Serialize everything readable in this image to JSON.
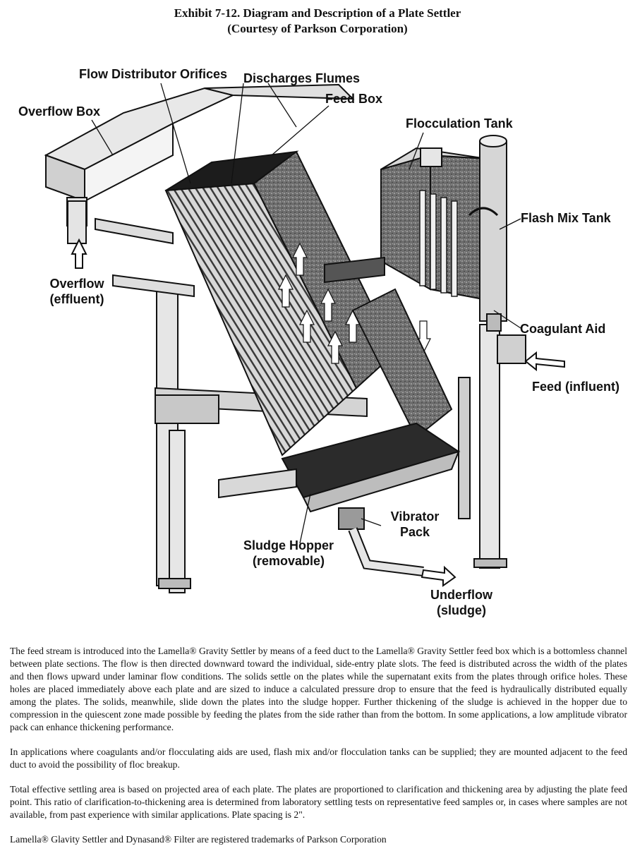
{
  "title": {
    "line1": "Exhibit 7-12. Diagram and Description of a Plate Settler",
    "line2": "(Courtesy of Parkson Corporation)"
  },
  "labels": {
    "flow_distributor_orifices": "Flow Distributor Orifices",
    "discharges_flumes": "Discharges Flumes",
    "feed_box": "Feed Box",
    "overflow_box": "Overflow Box",
    "flocculation_tank": "Flocculation Tank",
    "flash_mix_tank": "Flash Mix Tank",
    "overflow_line1": "Overflow",
    "overflow_line2": "(effluent)",
    "coagulant_aid": "Coagulant Aid",
    "feed_influent": "Feed (influent)",
    "vibrator_line1": "Vibrator",
    "vibrator_line2": "Pack",
    "sludge_line1": "Sludge Hopper",
    "sludge_line2": "(removable)",
    "underflow_line1": "Underflow",
    "underflow_line2": "(sludge)"
  },
  "paragraphs": [
    "The feed stream is introduced into the Lamella® Gravity Settler by means of a feed duct to the Lamella® Gravity Settler feed box which is a bottomless channel between plate sections. The flow is then directed downward toward the individual, side-entry plate slots. The feed is distributed across the width of the plates and then flows upward under laminar flow conditions. The solids settle on the plates while the supernatant exits from the plates through orifice holes. These holes are placed immediately above each plate and are sized to induce a calculated pressure drop to ensure that the feed is hydraulically distributed equally among the plates. The solids, meanwhile, slide down the plates into the sludge hopper. Further thickening of the sludge is achieved in the hopper due to compression in the quiescent zone made possible by feeding the plates from the side rather than from the bottom. In some applications, a low amplitude vibrator pack can enhance thickening performance.",
    "In applications where coagulants and/or flocculating aids are used, flash mix and/or flocculation tanks can be supplied; they are mounted adjacent to the feed duct to avoid the possibility of floc breakup.",
    "Total effective settling area is based on projected area of each plate. The plates are proportioned to clarification and thickening area by adjusting the plate feed point. This ratio of clarification-to-thickening area is determined from laboratory settling tests on representative feed samples or, in cases where samples are not available, from past experience with similar applications. Plate spacing is 2\"."
  ],
  "trademark": "Lamella® Glavity Settler and Dynasand® Filter are registered trademarks of Parkson Corporation"
}
